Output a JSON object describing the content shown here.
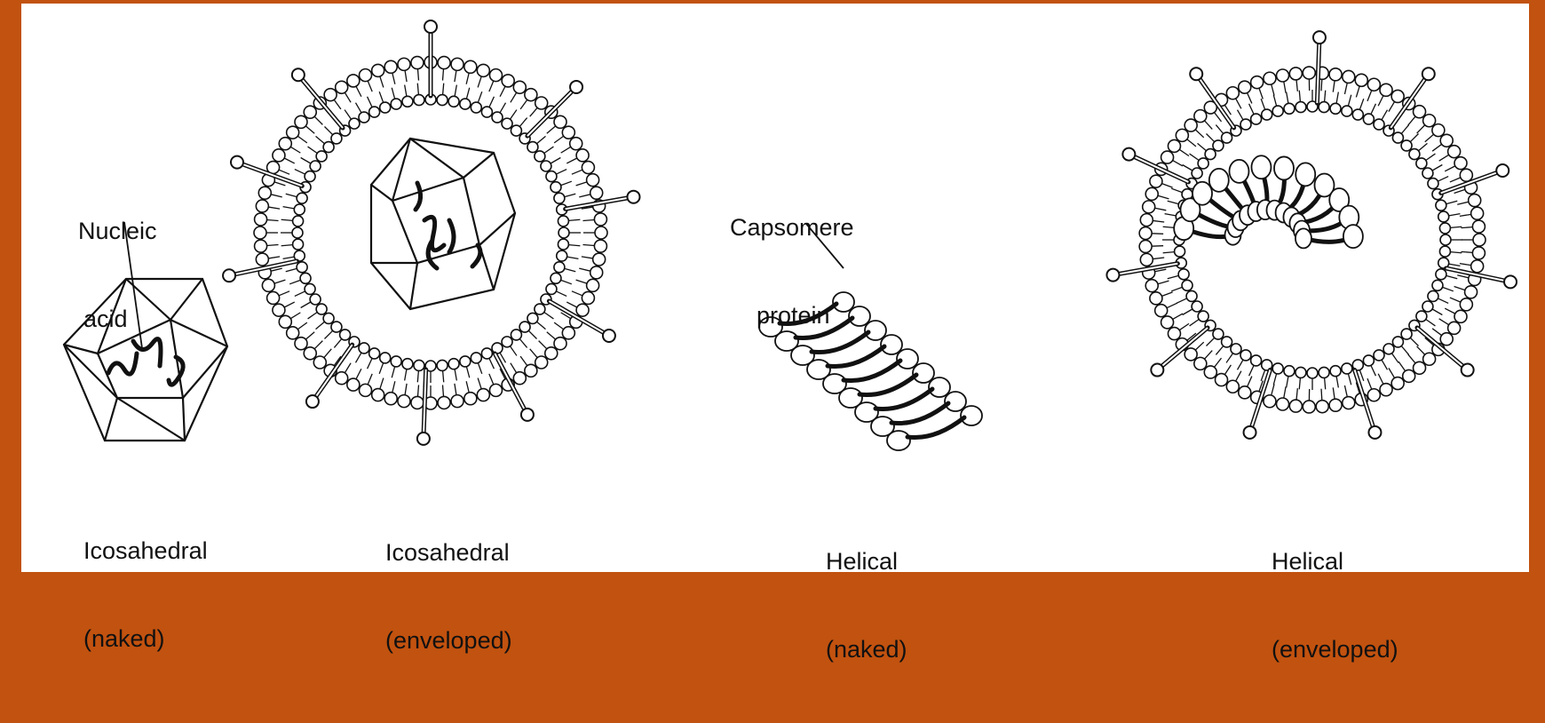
{
  "diagram": {
    "panels": [
      {
        "name": "icosahedral-naked",
        "line1": "Icosahedral",
        "line2": "(naked)"
      },
      {
        "name": "icosahedral-enveloped",
        "line1": "Icosahedral",
        "line2": "(enveloped)"
      },
      {
        "name": "helical-naked",
        "line1": "Helical",
        "line2": "(naked)"
      },
      {
        "name": "helical-enveloped",
        "line1": "Helical",
        "line2": "(enveloped)"
      }
    ],
    "callouts": {
      "nucleic_acid_line1": "Nucleic",
      "nucleic_acid_line2": "acid",
      "capsomere_line1": "Capsomere",
      "capsomere_line2": "protein"
    }
  }
}
